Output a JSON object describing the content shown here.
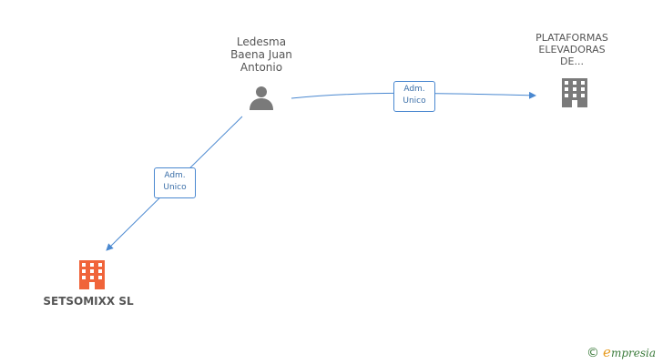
{
  "nodes": {
    "person": {
      "label": "Ledesma\nBaena Juan\nAntonio"
    },
    "company_top": {
      "label": "PLATAFORMAS\nELEVADORAS\nDE..."
    },
    "company_main": {
      "label": "SETSOMIXX SL"
    }
  },
  "edges": {
    "to_top": {
      "label": "Adm.\nUnico"
    },
    "to_main": {
      "label": "Adm.\nUnico"
    }
  },
  "brand": {
    "copyright": "©",
    "initial": "e",
    "name": "mpresia"
  },
  "colors": {
    "edge": "#4a88d0",
    "person_icon": "#7a7a7a",
    "company_icon": "#7a7a7a",
    "company_highlight": "#f0643a"
  }
}
